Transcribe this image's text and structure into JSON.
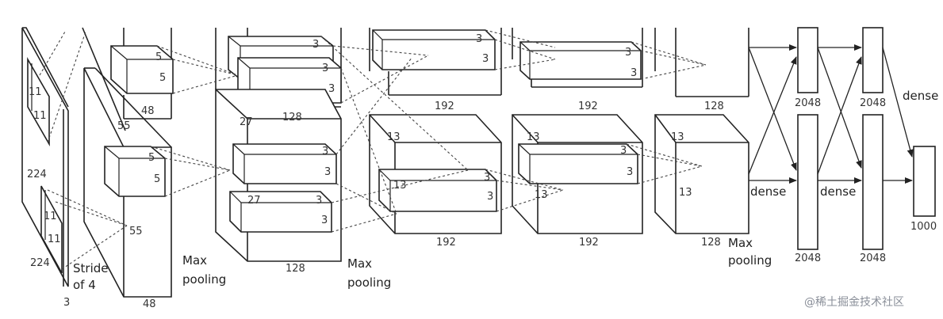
{
  "labels": {
    "input_h": "224",
    "input_w": "224",
    "input_d": "3",
    "k1a": "11",
    "k1b": "11",
    "k1c": "11",
    "k1d": "11",
    "stride_1": "Stride",
    "stride_2": "of 4",
    "c1_a": "55",
    "c1_b": "55",
    "c1_depth_top": "48",
    "c1_depth_bot": "48",
    "k2_a": "5",
    "k2_b": "5",
    "k2_c": "5",
    "k2_d": "5",
    "maxpool1_1": "Max",
    "maxpool1_2": "pooling",
    "c2_27_top": "27",
    "c2_27_bot": "27",
    "c2_depth_top": "128",
    "c2_depth_bot": "128",
    "k3_a": "3",
    "k3_b": "3",
    "k3_c": "3",
    "k3_d": "3",
    "k3_e": "3",
    "k3_f": "3",
    "k3_g": "3",
    "maxpool2_1": "Max",
    "maxpool2_2": "pooling",
    "c3_13_bot": "13",
    "c3_13_bot_inner": "13",
    "k4_a": "3",
    "k4_b": "3",
    "k4_c": "3",
    "k4_d": "3",
    "c3_depth_top": "192",
    "c3_depth_bot": "192",
    "c4_13_bot": "13",
    "c4_13_bot_inner": "13",
    "k5_a": "3",
    "k5_b": "3",
    "k5_c": "3",
    "k5_d": "3",
    "c4_depth_top": "192",
    "c4_depth_bot": "192",
    "c5_13_a": "13",
    "c5_13_b": "13",
    "c5_depth_top": "128",
    "c5_depth_bot": "128",
    "maxpool3_1": "Max",
    "maxpool3_2": "pooling",
    "fc1_top": "2048",
    "fc1_bot": "2048",
    "fc2_top": "2048",
    "fc2_bot": "2048",
    "out": "1000",
    "dense_1": "dense",
    "dense_2": "dense",
    "dense_3": "dense"
  },
  "watermark": "@稀土掘金技术社区"
}
